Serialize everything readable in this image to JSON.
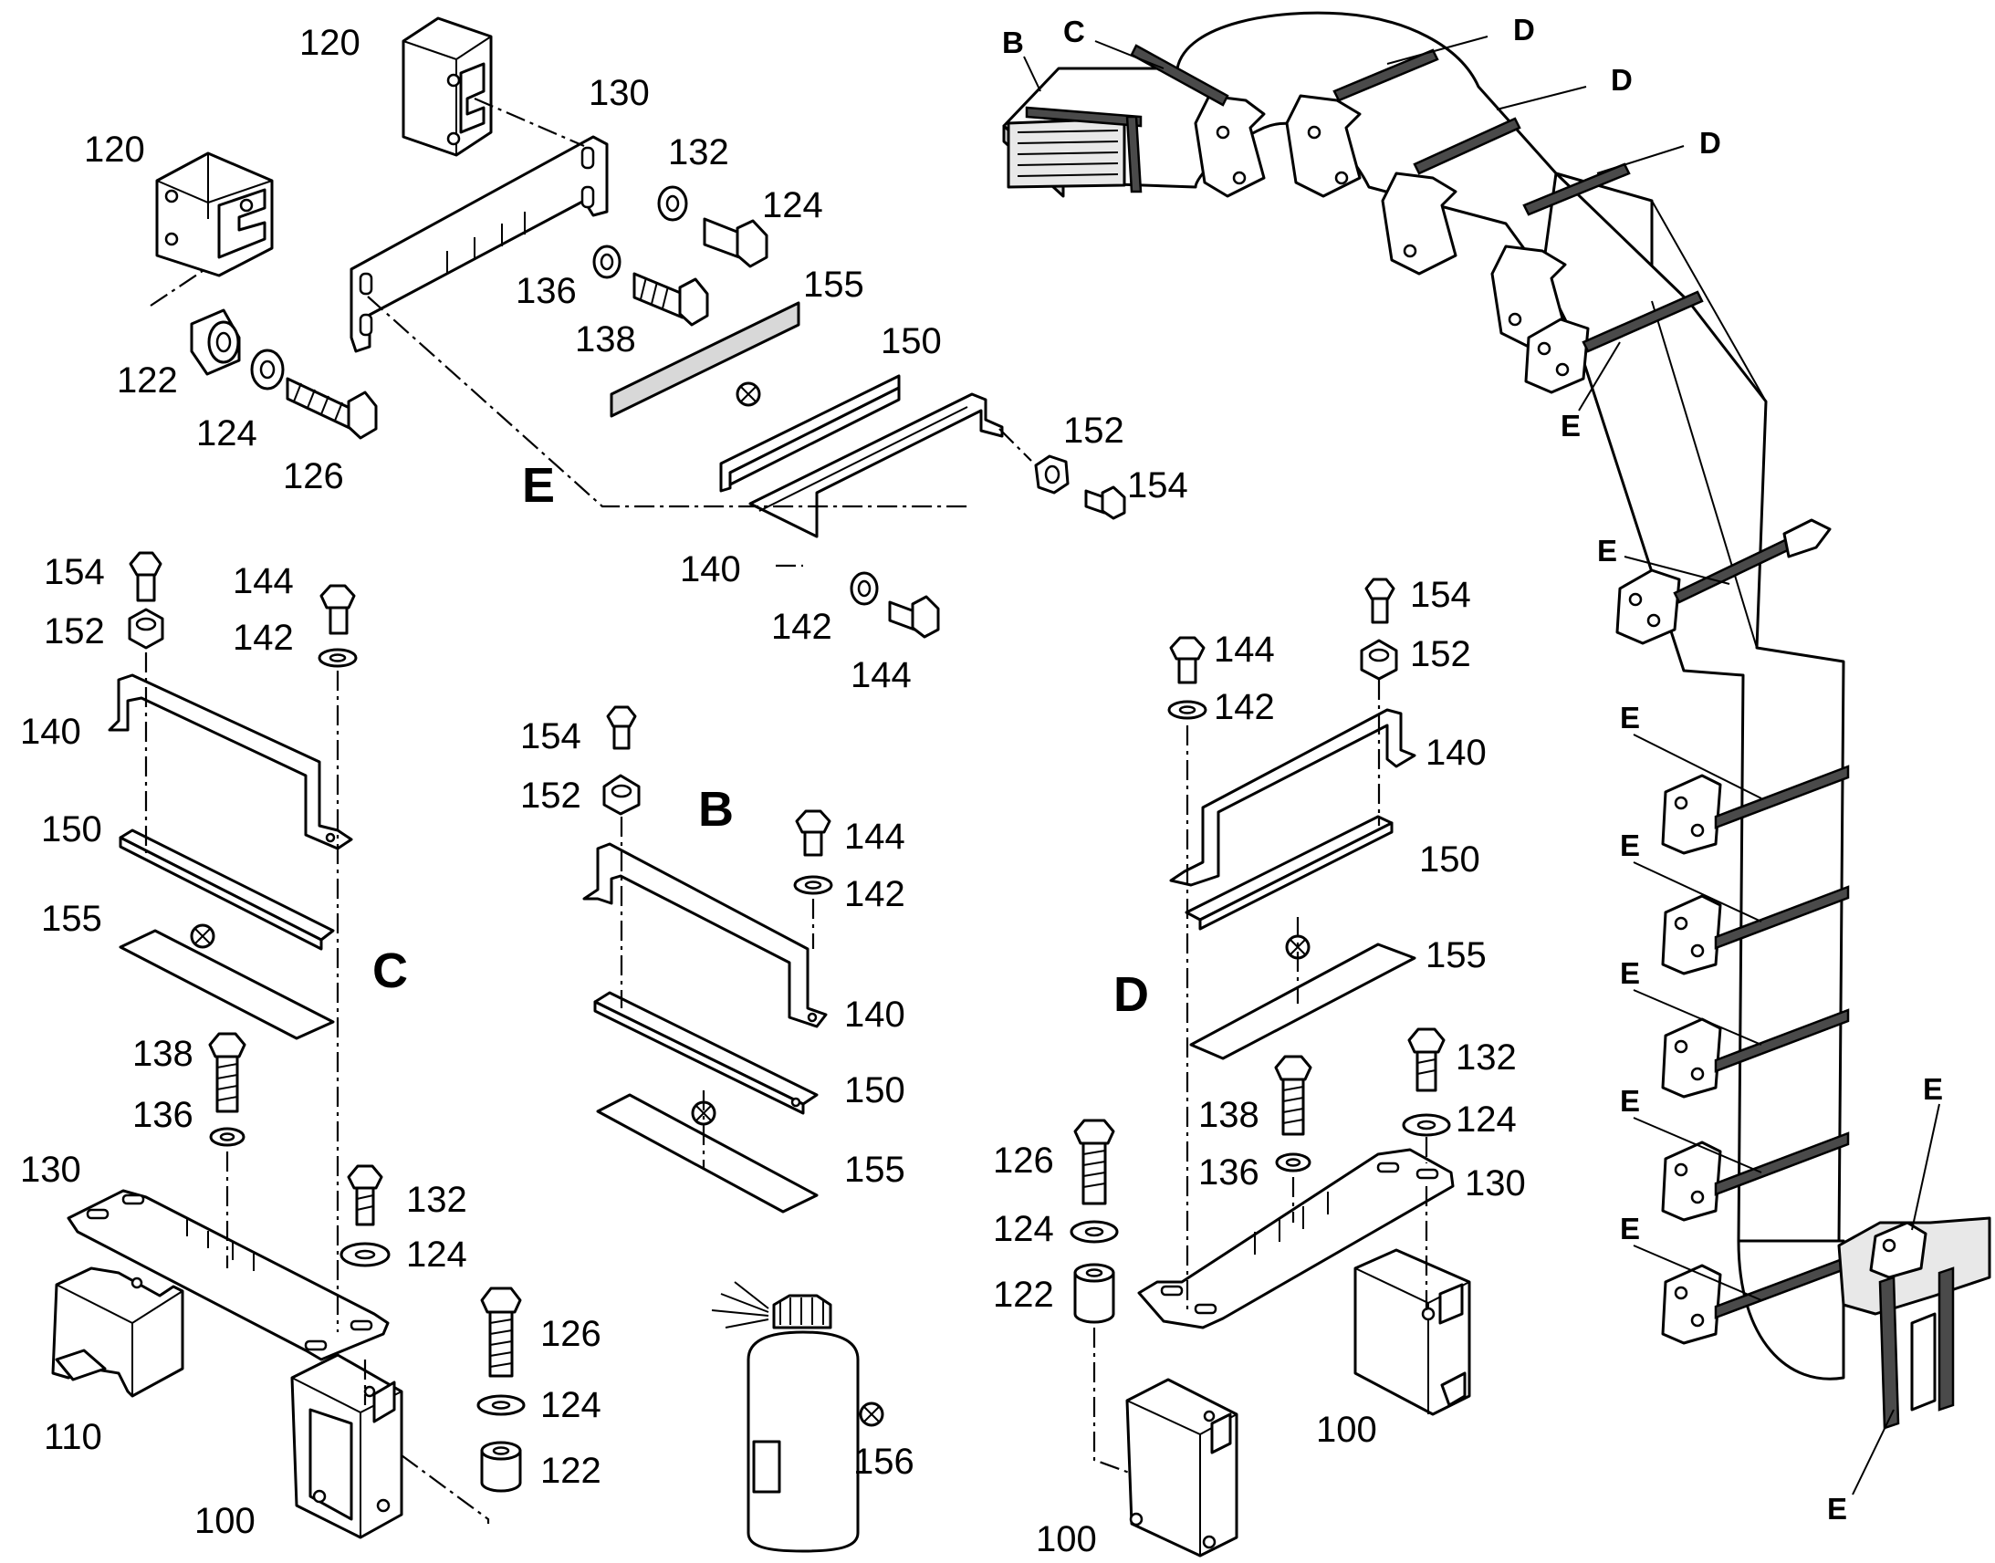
{
  "callouts": {
    "p120a": "120",
    "p130a": "130",
    "p120b": "120",
    "p132a": "132",
    "p124a": "124",
    "p136a": "136",
    "p155a": "155",
    "p138a": "138",
    "p122a": "122",
    "p124b": "124",
    "p126a": "126",
    "p150a": "150",
    "p152a": "152",
    "p154a": "154",
    "p140a": "140",
    "p142a": "142",
    "p144a": "144",
    "c154": "154",
    "c152": "152",
    "c140": "140",
    "c150": "150",
    "c155": "155",
    "c144": "144",
    "c142": "142",
    "c138": "138",
    "c136": "136",
    "c130": "130",
    "c132": "132",
    "c124": "124",
    "c110": "110",
    "c100": "100",
    "b154": "154",
    "b152": "152",
    "b144": "144",
    "b142": "142",
    "b140": "140",
    "b150": "150",
    "b155": "155",
    "s126": "126",
    "s124": "124",
    "s122": "122",
    "s156": "156",
    "d144": "144",
    "d142": "142",
    "d154": "154",
    "d152": "152",
    "d140": "140",
    "d150": "150",
    "d155": "155",
    "d132": "132",
    "d124": "124",
    "d138": "138",
    "d136": "136",
    "d130": "130",
    "d126": "126",
    "d124b": "124",
    "d122": "122",
    "d100": "100",
    "d100b": "100"
  },
  "section_letters": {
    "E": "E",
    "B": "B",
    "C": "C",
    "D": "D"
  },
  "assembly_tags": {
    "B": "B",
    "C": "C",
    "D1": "D",
    "D2": "D",
    "D3": "D",
    "E1": "E",
    "E2": "E",
    "E3": "E",
    "E4": "E",
    "E5": "E",
    "E6": "E",
    "E7": "E",
    "E8": "E",
    "E9": "E"
  }
}
